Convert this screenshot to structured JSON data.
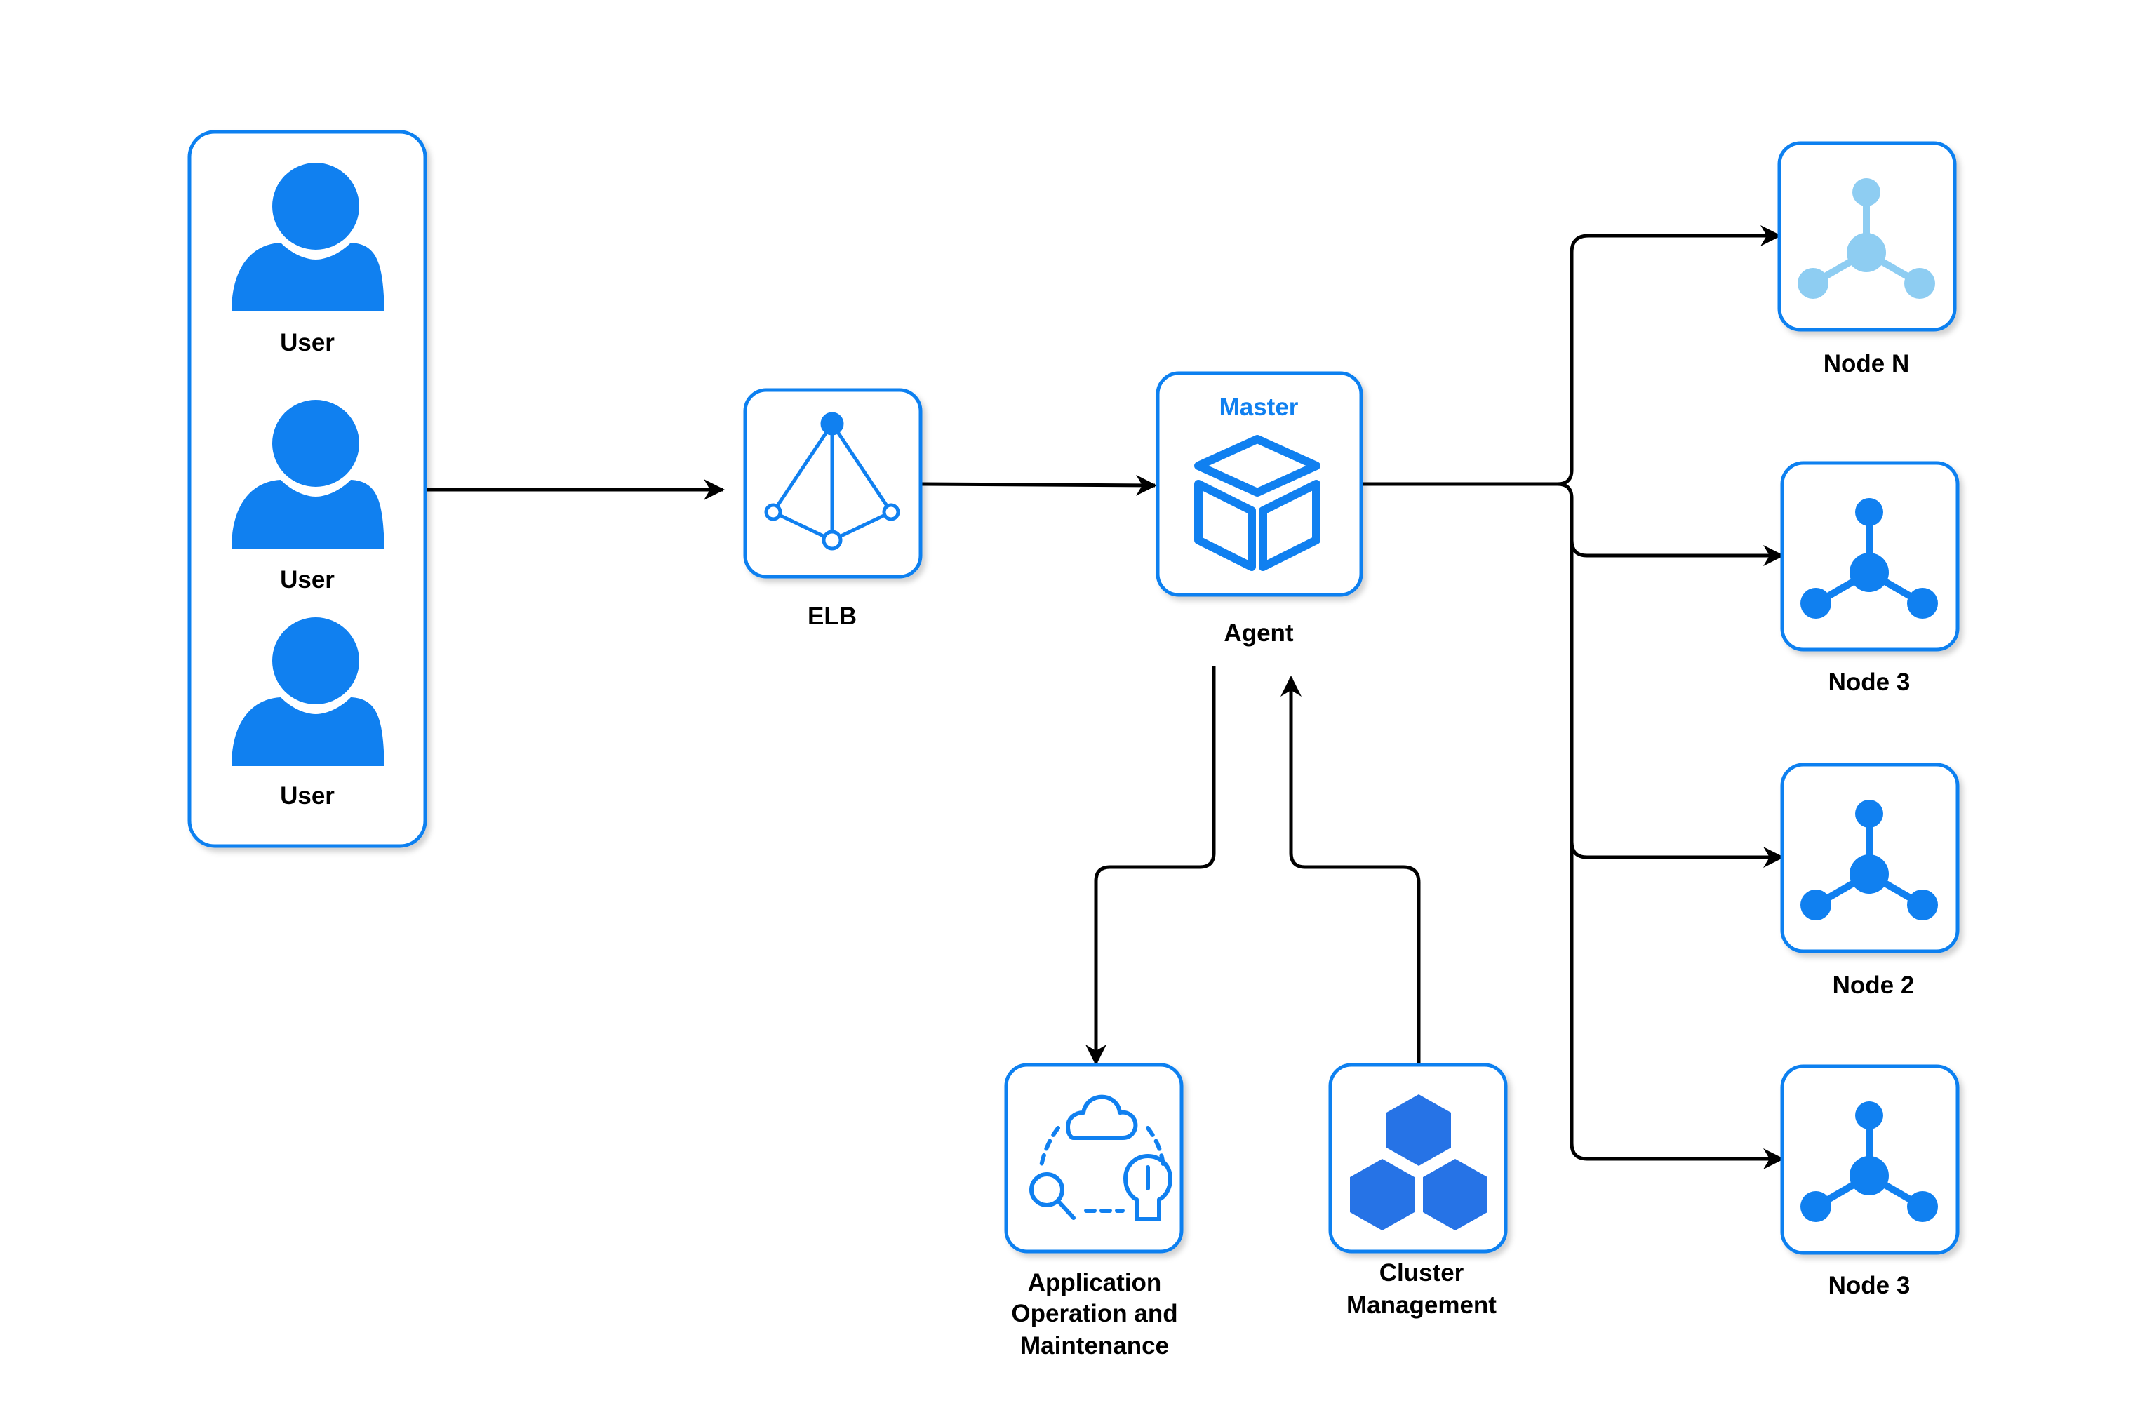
{
  "colors": {
    "accent": "#1080F0",
    "light_node": "#8ECDF2",
    "hex_blue": "#2673E6",
    "connector": "#000000"
  },
  "users": {
    "labels": [
      "User",
      "User",
      "User"
    ],
    "icon": "user-icon"
  },
  "elb": {
    "label": "ELB",
    "icon": "load-balancer-icon"
  },
  "agent": {
    "label": "Agent",
    "header": "Master",
    "icon": "cube-icon"
  },
  "app_ops": {
    "label_lines": [
      "Application",
      "Operation and",
      "Maintenance"
    ],
    "icon": "cloud-search-wrench-icon"
  },
  "cluster": {
    "label_lines": [
      "Cluster",
      "Management"
    ],
    "icon": "hexagon-cluster-icon"
  },
  "nodes": [
    {
      "label": "Node N",
      "icon": "node-icon"
    },
    {
      "label": "Node 3",
      "icon": "node-icon"
    },
    {
      "label": "Node 2",
      "icon": "node-icon"
    },
    {
      "label": "Node 3",
      "icon": "node-icon"
    }
  ]
}
